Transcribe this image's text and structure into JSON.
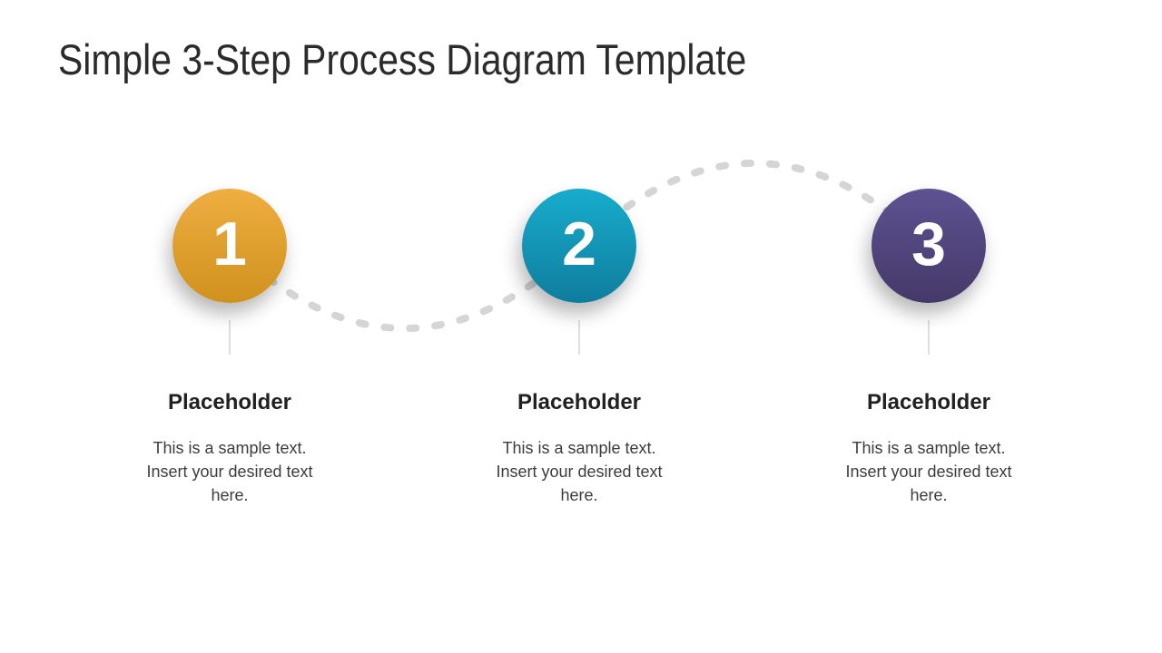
{
  "slide": {
    "title": "Simple 3-Step Process Diagram Template"
  },
  "connector": {
    "style": "dashed",
    "color": "#d5d5d5",
    "stem_color": "#c9c9c9"
  },
  "steps": [
    {
      "number": "1",
      "label": "Placeholder",
      "description": "This is a sample text.\nInsert your desired text\nhere.",
      "color_top": "#efae41",
      "color_bottom": "#d0911d"
    },
    {
      "number": "2",
      "label": "Placeholder",
      "description": "This is a sample text.\nInsert your desired text\nhere.",
      "color_top": "#18accd",
      "color_bottom": "#0f7d9d"
    },
    {
      "number": "3",
      "label": "Placeholder",
      "description": "This is a sample text.\nInsert your desired text\nhere.",
      "color_top": "#5e5292",
      "color_bottom": "#443968"
    }
  ]
}
